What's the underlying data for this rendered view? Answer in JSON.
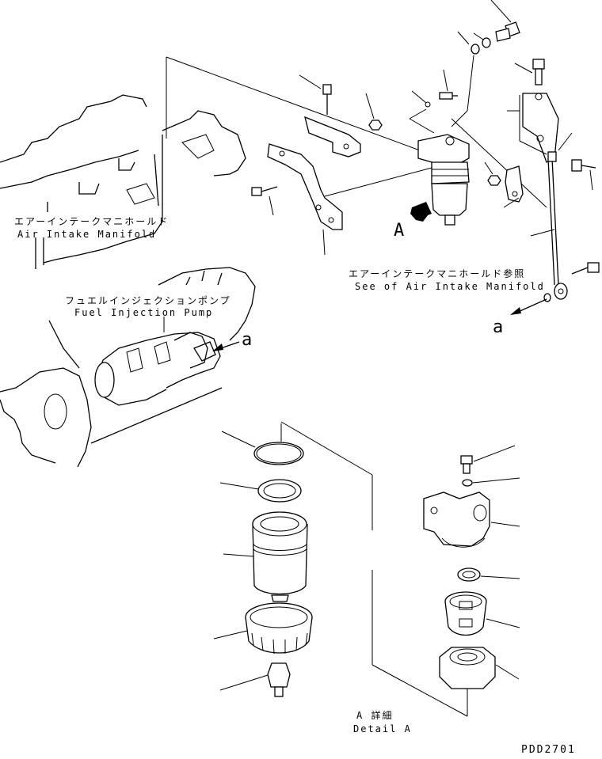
{
  "labels": {
    "air_intake_jp": "エアーインテークマニホールド",
    "air_intake_en": "Air Intake Manifold",
    "see_air_intake_jp": "エアーインテークマニホールド参照",
    "see_air_intake_en": "See of Air Intake Manifold",
    "fuel_pump_jp": "フュエルインジェクションポンプ",
    "fuel_pump_en": "Fuel Injection Pump",
    "view_a": "A",
    "ref_a_upper": "a",
    "ref_a_lower": "a",
    "detail_jp": "A 詳細",
    "detail_en": "Detail A",
    "drawing_code": "PDD2701"
  }
}
